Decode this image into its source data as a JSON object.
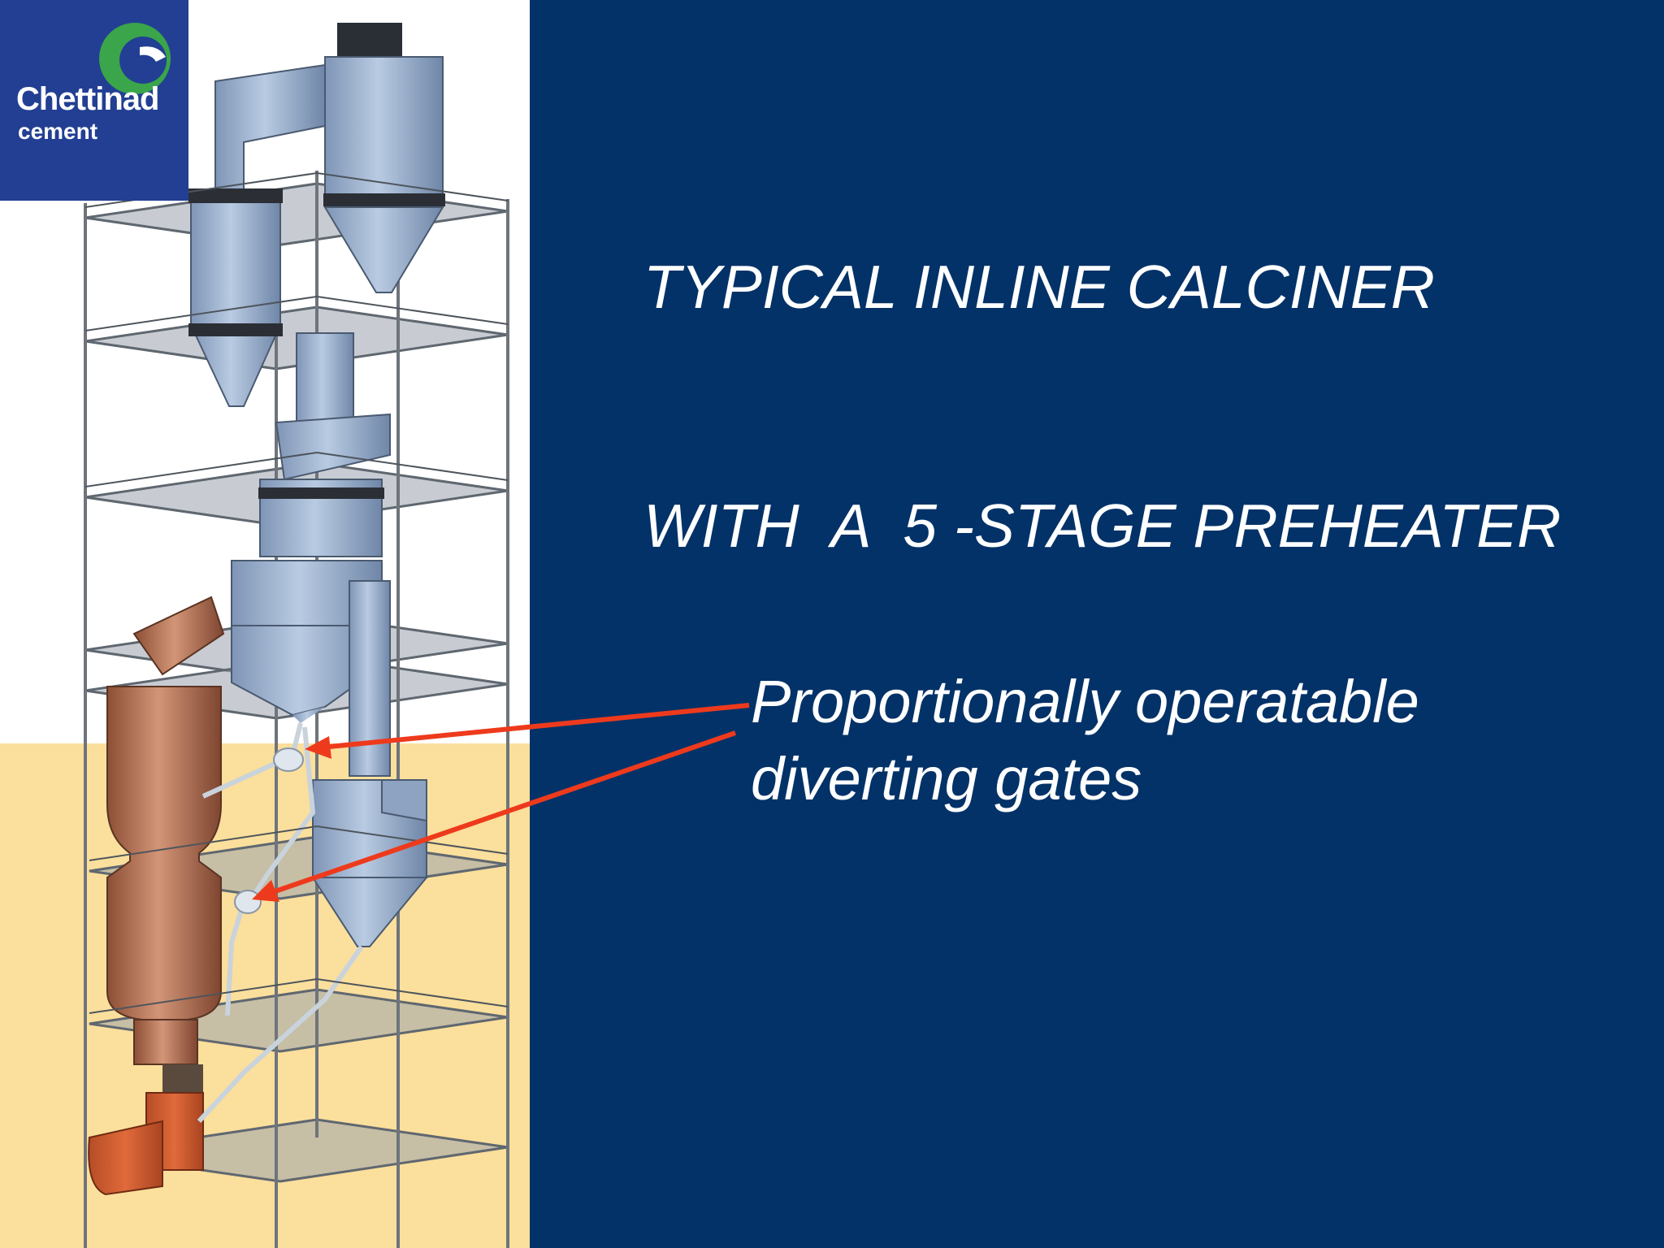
{
  "colors": {
    "background_right": "#033268",
    "sand": "#fbdf9c",
    "logo_blue": "#223f93",
    "logo_green": "#3aa54a",
    "arrow": "#ee3a1c",
    "vessel_blue": "#9fb4d0",
    "calciner_copper": "#b8704e",
    "text": "#ffffff"
  },
  "logo": {
    "name": "Chettinad",
    "sub": "cement"
  },
  "title": {
    "line1": "TYPICAL INLINE CALCINER",
    "line2": "WITH  A  5 -STAGE PREHEATER"
  },
  "callout": {
    "line1": "Proportionally operatable",
    "line2": "diverting gates"
  },
  "icons": {
    "arrow_upper": "arrow-icon",
    "arrow_lower": "arrow-icon",
    "logo_mark": "crescent-icon"
  }
}
